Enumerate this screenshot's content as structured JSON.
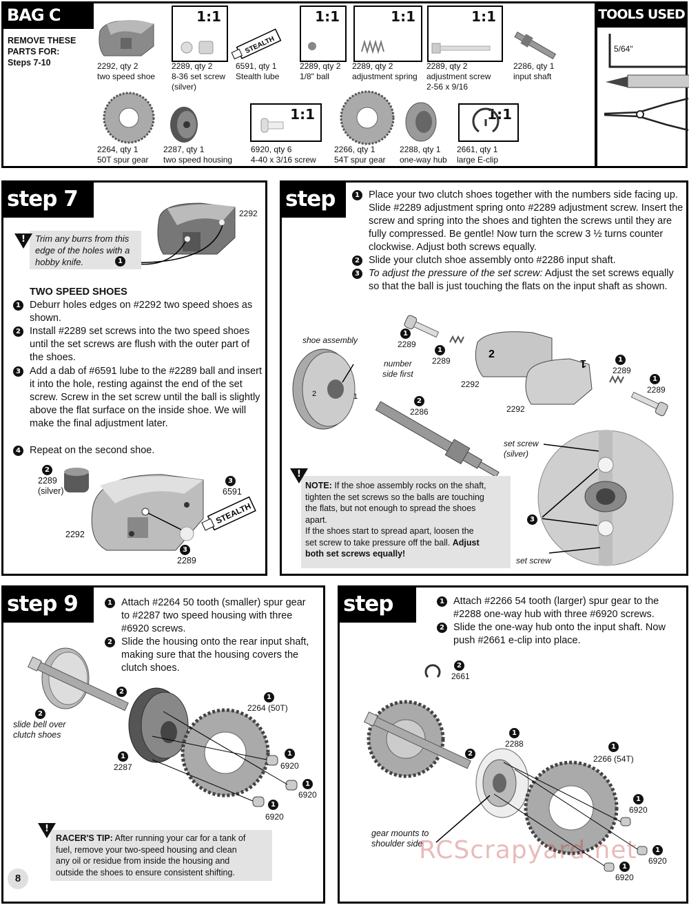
{
  "bag": {
    "title": "BAG C",
    "remove_note": [
      "REMOVE THESE",
      "PARTS FOR:",
      "Steps 7-10"
    ],
    "scale_label": "1:1",
    "parts": [
      {
        "line1": "2292, qty 2",
        "line2": "two speed shoe"
      },
      {
        "line1": "2289, qty 2",
        "line2": "8-36 set screw",
        "line3": "(silver)"
      },
      {
        "line1": "6591, qty 1",
        "line2": "Stealth lube"
      },
      {
        "line1": "2289, qty 2",
        "line2": "1/8\" ball"
      },
      {
        "line1": "2289, qty 2",
        "line2": "adjustment spring"
      },
      {
        "line1": "2289, qty 2",
        "line2": "adjustment screw",
        "line3": "2-56 x 9/16"
      },
      {
        "line1": "2286, qty 1",
        "line2": "input shaft"
      },
      {
        "line1": "2264, qty 1",
        "line2": "50T spur gear"
      },
      {
        "line1": "2287, qty 1",
        "line2": "two speed housing"
      },
      {
        "line1": "6920, qty 6",
        "line2": "4-40 x 3/16 screw"
      },
      {
        "line1": "2266, qty 1",
        "line2": "54T spur gear"
      },
      {
        "line1": "2288, qty 1",
        "line2": "one-way hub"
      },
      {
        "line1": "2661, qty 1",
        "line2": "large E-clip"
      }
    ],
    "stealth_label": "STEALTH"
  },
  "tools": {
    "title": "TOOLS USED",
    "allen_size": "5/64\""
  },
  "step7": {
    "title": "step 7",
    "part_label": "2292",
    "trim_note": [
      "Trim any burrs from this",
      "edge of the holes with a",
      "hobby knife."
    ],
    "heading": "TWO SPEED SHOES",
    "items": [
      "Deburr holes edges on #2292 two speed shoes as shown.",
      "Install #2289 set screws into the two speed shoes until the set screws are flush with the outer part of the shoes.",
      "Add a dab of #6591 lube to the #2289 ball and insert it into the hole, resting against the end of the set screw. Screw in the set screw until the ball is slightly above the flat surface on the inside shoe. We will make the final adjustment later.",
      "Repeat on the second shoe."
    ],
    "labels": {
      "setscrew": "2289",
      "setscrew_sub": "(silver)",
      "lube": "6591",
      "shoe": "2292",
      "ball": "2289",
      "stealth": "STEALTH"
    }
  },
  "step8": {
    "title": "step 8",
    "item1": "Place your two clutch shoes together with the numbers side facing up. Slide #2289 adjustment spring onto #2289 adjustment screw. Insert the screw and spring into the shoes and tighten the screws until they are fully compressed. Be gentle! Now turn the screw 3 ½ turns counter clockwise. Adjust both screws equally.",
    "item2": "Slide your clutch shoe assembly onto #2286 input shaft.",
    "item3_italic": "To adjust the pressure of the set screw:",
    "item3_rest": " Adjust the set screws equally so that the ball is just touching the flats on the input shaft as shown.",
    "labels": {
      "shoe_assembly": "shoe assembly",
      "number_side": [
        "number",
        "side first"
      ],
      "shaft": "2286",
      "screw_a": "2289",
      "spring_a": "2289",
      "shoe_a": "2292",
      "shoe_b": "2292",
      "spring_b": "2289",
      "screw_b": "2289",
      "set_screw_silver": [
        "set screw",
        "(silver)"
      ],
      "set_screw": "set screw"
    },
    "note_bold": "NOTE:",
    "note_lines": [
      " If the shoe assembly rocks on the shaft,",
      "tighten the set screws so the balls are touching",
      "the flats, but not enough to spread the shoes",
      "apart.",
      "If the shoes start to spread apart, loosen the",
      "set screw to take pressure off the ball. "
    ],
    "note_bold_end": [
      "Adjust",
      "both set screws equally!"
    ]
  },
  "step9": {
    "title": "step 9",
    "item1": "Attach #2264 50 tooth (smaller) spur gear to #2287 two speed housing with three #6920 screws.",
    "item2": "Slide the housing onto the rear input shaft, making sure that the housing covers the clutch shoes.",
    "labels": {
      "slide_bell": [
        "slide bell over",
        "clutch shoes"
      ],
      "housing": "2287",
      "gear": "2264 (50T)",
      "screw1": "6920",
      "screw2": "6920",
      "screw3": "6920"
    },
    "tip_bold": "RACER'S TIP:",
    "tip_lines": [
      " After running your car for a tank of",
      "fuel, remove your two-speed housing and clean",
      "any oil or residue from inside the housing and",
      "outside the shoes to ensure consistent shifting."
    ]
  },
  "step10": {
    "title": "step 10",
    "item1": "Attach #2266 54 tooth (larger) spur gear to the #2288 one-way hub with three #6920 screws.",
    "item2": "Slide the one-way hub onto the input shaft. Now push #2661 e-clip into place.",
    "labels": {
      "eclip": "2661",
      "hub": "2288",
      "gear": "2266 (54T)",
      "screw1": "6920",
      "screw2": "6920",
      "screw3": "6920",
      "mounts": [
        "gear mounts to",
        "shoulder side"
      ]
    }
  },
  "page_number": "8",
  "watermark": "RCScrapyard.net"
}
